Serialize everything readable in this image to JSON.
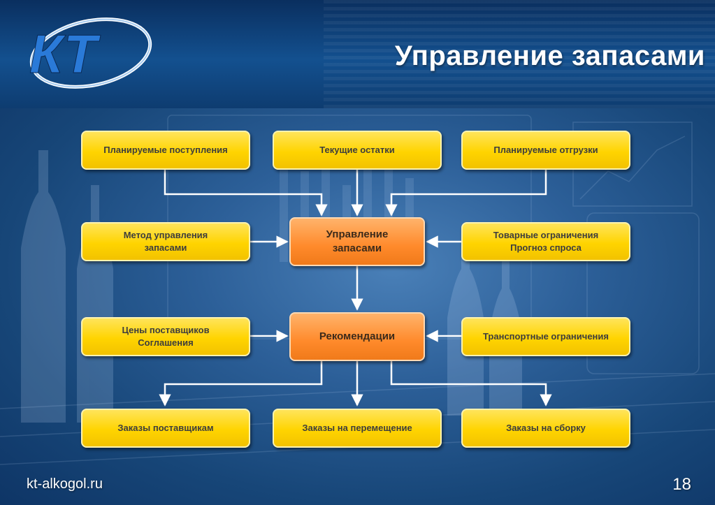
{
  "logo": {
    "text": "КТ"
  },
  "title": "Управление запасами",
  "boxes": {
    "planned_receipts": "Планируемые поступления",
    "current_stock": "Текущие остатки",
    "planned_shipments": "Планируемые отгрузки",
    "management_method": "Метод управления\nзапасами",
    "center": "Управление\nзапасами",
    "product_constraints": "Товарные ограничения\nПрогноз спроса",
    "supplier_prices": "Цены поставщиков\nСоглашения",
    "recommendations": "Рекомендации",
    "transport_constraints": "Транспортные ограничения",
    "supplier_orders": "Заказы поставщикам",
    "transfer_orders": "Заказы на перемещение",
    "assembly_orders": "Заказы на сборку"
  },
  "footer": {
    "site": "kt-alkogol.ru",
    "page": "18"
  },
  "colors": {
    "box_yellow": "#ffd400",
    "box_orange": "#ff8a2b",
    "arrow": "#ffffff",
    "background": "#174678"
  }
}
